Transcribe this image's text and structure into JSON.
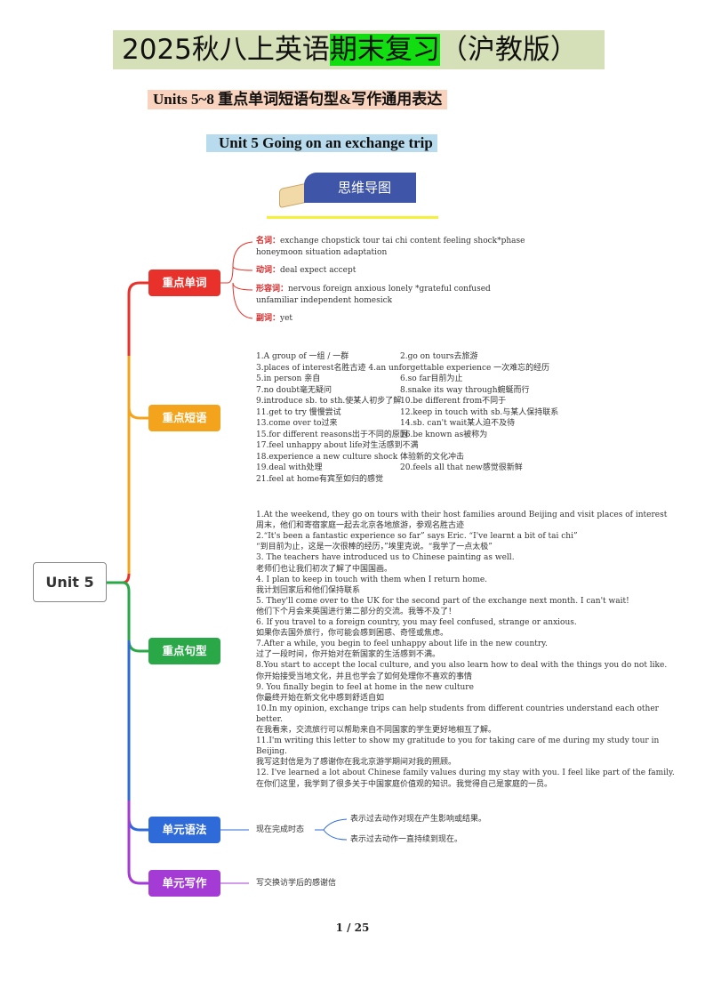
{
  "header": {
    "title_a": "2025秋八上英语",
    "title_hl": "期末复习",
    "title_b": "（沪教版）",
    "subtitle": "Units 5~8  重点单词短语句型&写作通用表达",
    "unit_title": "Unit 5 Going on an exchange trip",
    "mindmap_label": "思维导图"
  },
  "root": "Unit 5",
  "nodes": {
    "words": "重点单词",
    "phrases": "重点短语",
    "sentences": "重点句型",
    "grammar": "单元语法",
    "writing": "单元写作"
  },
  "colors": {
    "words": "#e8312a",
    "phrases": "#f4a41c",
    "sentences": "#2aa848",
    "grammar": "#2f6bd8",
    "writing": "#a33bd4"
  },
  "words": [
    {
      "label": "名词：",
      "text": "exchange  chopstick  tour tai chi content feeling shock*phase",
      "text2": "honeymoon situation adaptation"
    },
    {
      "label": "动词：",
      "text": "deal expect accept"
    },
    {
      "label": "形容词：",
      "text": "nervous  foreign  anxious lonely *grateful  confused",
      "text2": "unfamiliar  independent  homesick"
    },
    {
      "label": "副词：",
      "text": "yet"
    }
  ],
  "phrases": [
    [
      "1.A group of   一组 / 一群",
      "2.go on tours去旅游"
    ],
    [
      "3.places of interest名胜古迹   4.an unforgettable experience   一次难忘的经历",
      ""
    ],
    [
      "5.in person     亲自",
      "6.so far目前为止"
    ],
    [
      "7.no doubt毫无疑问",
      "8.snake its way through蜿蜒而行"
    ],
    [
      "9.introduce sb. to sth.使某人初步了解",
      "10.be different from不同于"
    ],
    [
      "11.get to try    慢慢尝试",
      "12.keep in touch with sb.与某人保持联系"
    ],
    [
      "13.come over to过来",
      "14.sb. can't wait某人迫不及待"
    ],
    [
      "15.for different reasons出于不同的原因",
      "16.be known as被称为"
    ],
    [
      "17.feel unhappy about life对生活感到不满",
      ""
    ],
    [
      "18.experience a new culture shock   体验新的文化冲击",
      ""
    ],
    [
      "19.deal with处理",
      "20.feels all that new感觉很新鲜"
    ],
    [
      "21.feel at home有宾至如归的感觉",
      ""
    ]
  ],
  "sentences": [
    "1.At the weekend, they go on tours with their host families around Beijing and visit places of interest",
    "周末，他们和寄宿家庭一起去北京各地旅游，参观名胜古迹",
    "2.“It's been a fantastic experience so far”  says Eric. “I've learnt a bit of tai chi”",
    "“到目前为止，这是一次很棒的经历，”埃里克说。“我学了一点太极”",
    "3. The teachers have introduced us to Chinese painting as well.",
    "老师们也让我们初次了解了中国国画。",
    "4. I plan to keep in touch with them when I return home.",
    "  我计划回家后和他们保持联系",
    "5. They'll come over to the UK for the second part of the exchange next month. I can't wait!",
    "他们下个月会来英国进行第二部分的交流。我等不及了！",
    "6. If you travel to a foreign country, you may feel confused, strange or anxious.",
    "如果你去国外旅行，你可能会感到困惑、奇怪或焦虑。",
    "7.After a while, you begin to feel unhappy about life in the new country.",
    "  过了一段时间，你开始对在新国家的生活感到不满。",
    "8.You start to accept the local culture, and you also learn how to deal with the things you do not like.",
    "你开始接受当地文化，并且也学会了如何处理你不喜欢的事情",
    "9. You finally begin to feel at home in the new culture",
    "  你最终开始在新文化中感到舒适自如",
    "10.In my opinion, exchange trips can help students from different countries understand each other",
    "better.",
    "在我看来，交流旅行可以帮助来自不同国家的学生更好地相互了解。",
    "11.I'm writing this letter to show my gratitude to you for taking care of me during my study tour in",
    "Beijing.",
    "我写这封信是为了感谢你在我北京游学期间对我的照顾。",
    "12. I've learned a lot about Chinese family values during my stay with you. I feel like part of the family.",
    "在你们这里，我学到了很多关于中国家庭价值观的知识。我觉得自己是家庭的一员。"
  ],
  "grammar": {
    "topic": "现在完成时态",
    "uses": [
      "表示过去动作对现在产生影响或结果。",
      "表示过去动作一直持续到现在。"
    ]
  },
  "writing": "写交换访学后的感谢信",
  "page": "1 / 25"
}
